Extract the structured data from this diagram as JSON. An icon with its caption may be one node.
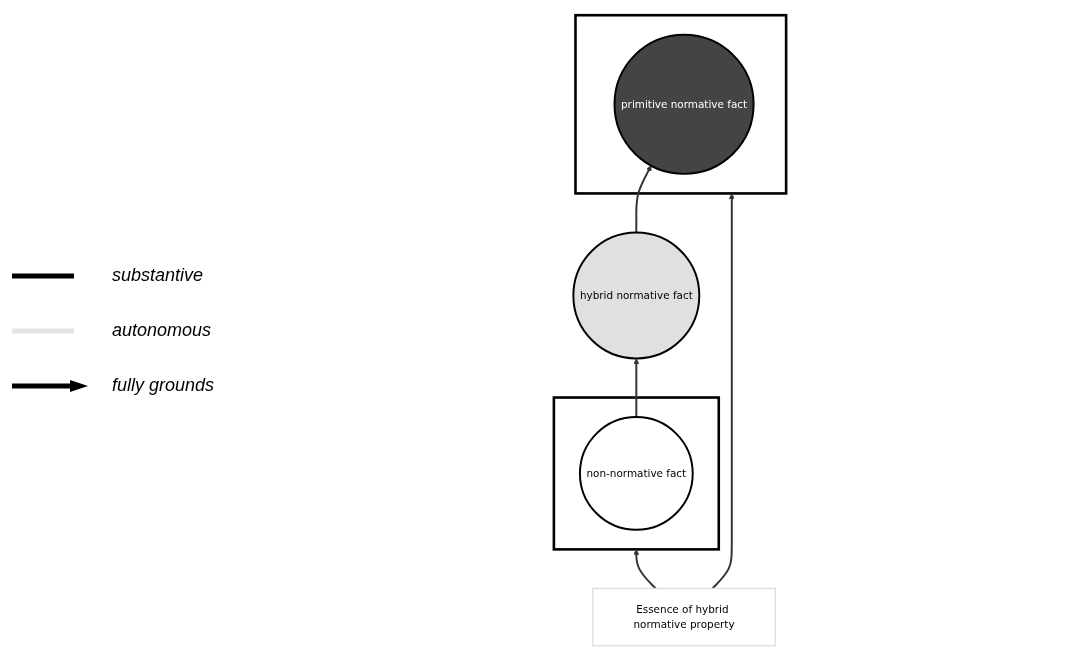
{
  "diagram": {
    "nodes": [
      {
        "text": [],
        "shape": "box"
      },
      {
        "text": [],
        "shape": "box"
      },
      {
        "text": [
          "primitive normative fact"
        ],
        "in": 0
      },
      {
        "text": [
          "hybrid normative fact"
        ]
      },
      {
        "text": [
          "non-normative fact"
        ],
        "in": 1
      },
      {
        "text": [
          "Essence of hybrid normative property"
        ]
      }
    ],
    "edges": [
      {
        "from": 3,
        "to": 2,
        "arrow": "to"
      },
      {
        "from": 4,
        "to": 3,
        "arrow": "to"
      },
      {
        "from": 5,
        "to": 0,
        "arrow": "to"
      },
      {
        "from": 5,
        "to": 1,
        "arrow": "to"
      }
    ],
    "legend": [
      {
        "text": "substantive"
      },
      {
        "text": "autonomous"
      },
      {
        "text": "fully grounds"
      }
    ]
  }
}
